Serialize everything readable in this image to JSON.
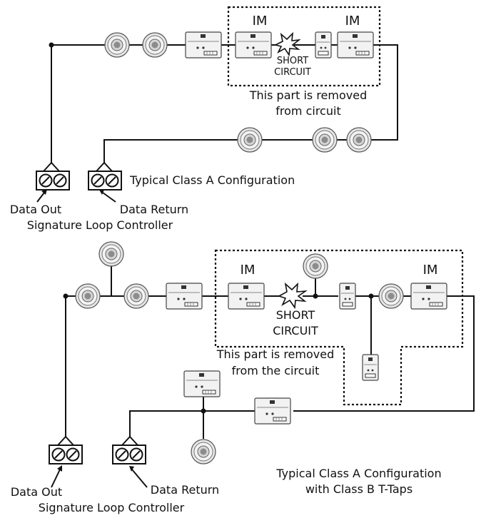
{
  "top": {
    "im_left": "IM",
    "im_right": "IM",
    "short_line1": "SHORT",
    "short_line2": "CIRCUIT",
    "removed_line1": "This part is removed",
    "removed_line2": "from circuit",
    "config_label": "Typical Class A Configuration",
    "data_out": "Data Out",
    "data_return": "Data Return",
    "controller": "Signature Loop Controller"
  },
  "bottom": {
    "im_left": "IM",
    "im_right": "IM",
    "short_line1": "SHORT",
    "short_line2": "CIRCUIT",
    "removed_line1": "This part is removed",
    "removed_line2": "from the circuit",
    "config_line1": "Typical Class A Configuration",
    "config_line2": "with Class B T-Taps",
    "data_out": "Data Out",
    "data_return": "Data Return",
    "controller": "Signature Loop Controller"
  }
}
